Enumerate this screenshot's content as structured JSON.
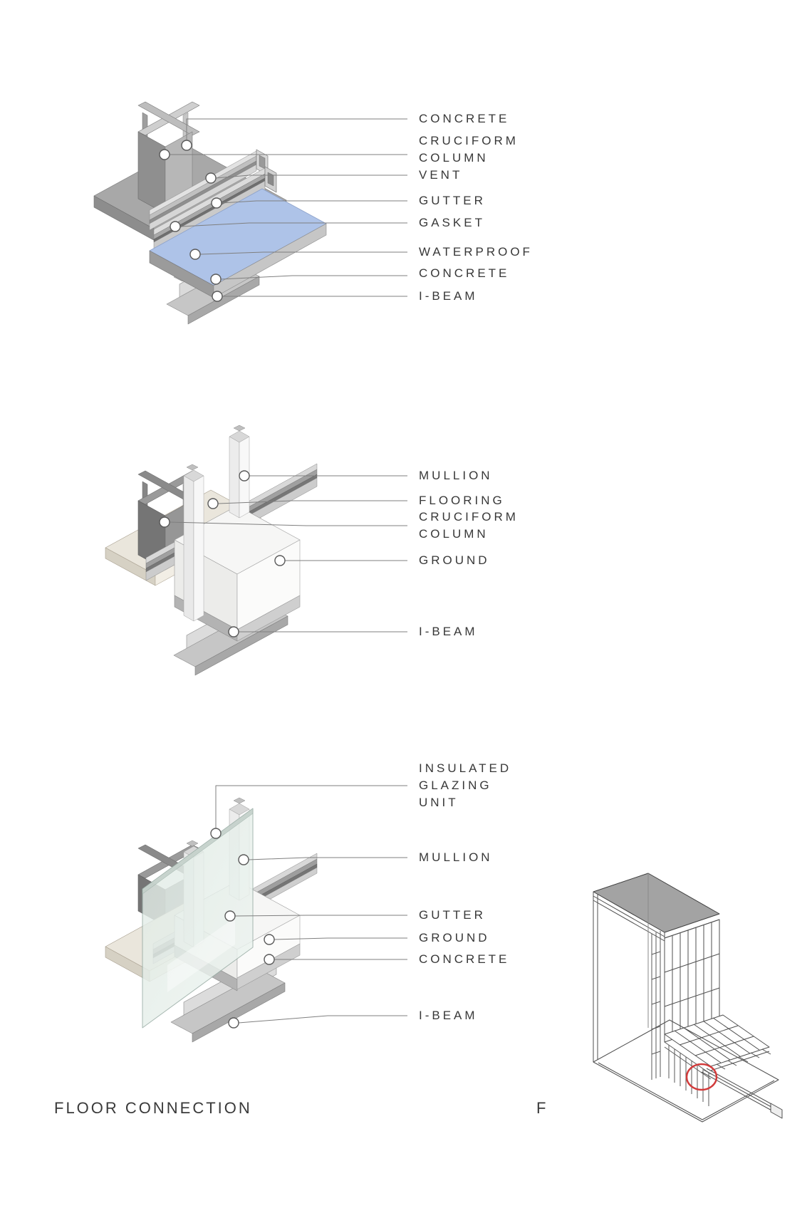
{
  "titles": {
    "primary": "FLOOR CONNECTION",
    "secondary_truncated": "F"
  },
  "colors": {
    "label_text": "#383838",
    "leader_line": "#7f7f7f",
    "marker_fill": "#ffffff",
    "marker_stroke": "#595959",
    "waterproof_blue": "#aec3e8",
    "glass_tint": "#dfeae4",
    "concrete_gray": "#a8a8a8",
    "flooring_cream": "#eae6dc",
    "roof_gray": "#a3a3a3",
    "highlight_red": "#d23b3b"
  },
  "diagrams": [
    {
      "name": "roof-connection-detail",
      "labels": [
        {
          "text": "CONCRETE"
        },
        {
          "text": "CRUCIFORM\nCOLUMN"
        },
        {
          "text": "VENT"
        },
        {
          "text": "GUTTER"
        },
        {
          "text": "GASKET"
        },
        {
          "text": "WATERPROOF"
        },
        {
          "text": "CONCRETE"
        },
        {
          "text": "I-BEAM"
        }
      ]
    },
    {
      "name": "floor-edge-detail",
      "labels": [
        {
          "text": "MULLION"
        },
        {
          "text": "FLOORING"
        },
        {
          "text": "CRUCIFORM\nCOLUMN"
        },
        {
          "text": "GROUND"
        },
        {
          "text": "I-BEAM"
        }
      ]
    },
    {
      "name": "glazing-base-detail",
      "labels": [
        {
          "text": "INSULATED\nGLAZING\nUNIT"
        },
        {
          "text": "MULLION"
        },
        {
          "text": "GUTTER"
        },
        {
          "text": "GROUND"
        },
        {
          "text": "CONCRETE"
        },
        {
          "text": "I-BEAM"
        }
      ]
    }
  ]
}
